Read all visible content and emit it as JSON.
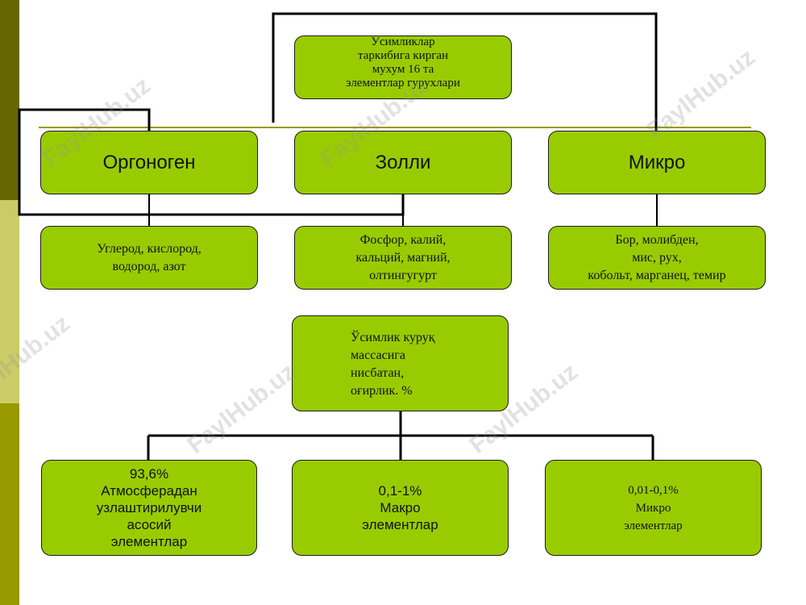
{
  "colors": {
    "box_fill": "#99cc00",
    "sidebar_dark": "#666600",
    "sidebar_light": "#cccc66",
    "sidebar_mid": "#999900",
    "rule": "#999900"
  },
  "diagram": {
    "top": "Ўсимликлар\nтаркибига кирган\nмухум 16 та\nэлементлар гурухлари",
    "headers": [
      "Оргоноген",
      "Золли",
      "Микро"
    ],
    "lists": [
      "Углерод, кислород,\nводород, азот",
      "Фосфор, калий,\nкальций, магний,\nолтингугурт",
      "Бор, молибден,\nмис, рух,\nкобольт, марганец, темир"
    ],
    "middle": "Ўсимлик куруқ\nмассасига\nнисбатан,\n оғирлик. %",
    "bottom": [
      "93,6%\nАтмосферадан\nузлаштирилувчи\nасосий\nэлементлар",
      "0,1-1%\nМакро\nэлементлар",
      "0,01-0,1%\nМикро\n элементлар"
    ]
  },
  "watermark": "FaylHub.uz"
}
